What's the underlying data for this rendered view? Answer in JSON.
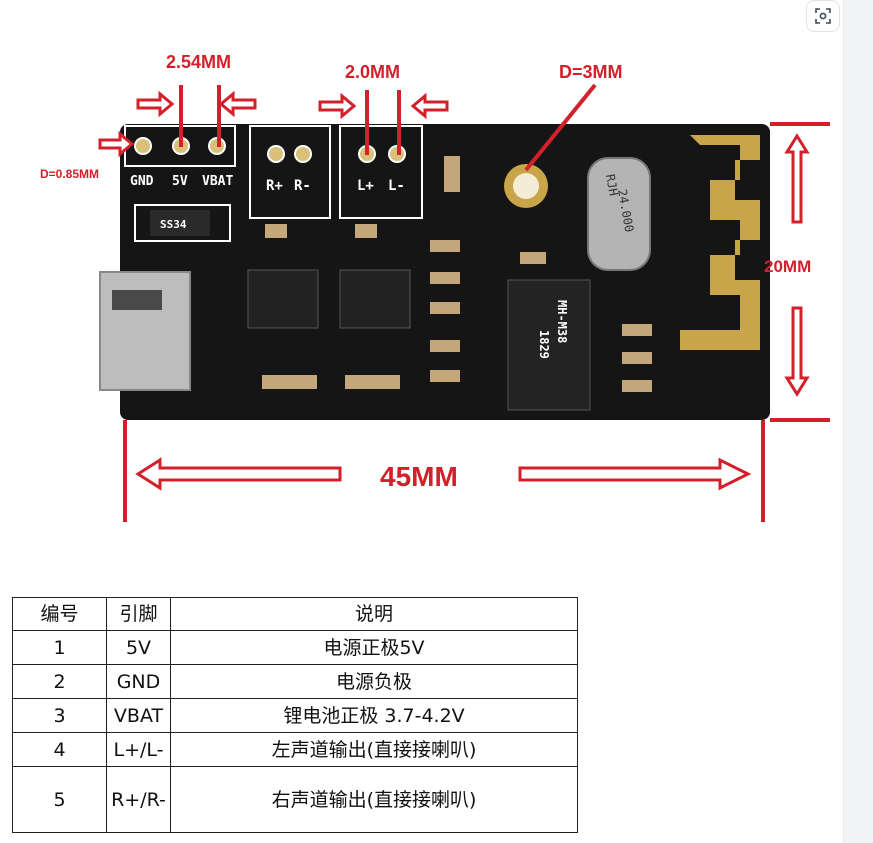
{
  "figure": {
    "dim_pin_pitch": "2.54MM",
    "dim_speaker_pitch": "2.0MM",
    "dim_hole": "D=3MM",
    "dim_pin_hole": "D=0.85MM",
    "dim_height": "20MM",
    "dim_length": "45MM",
    "silk_power": [
      "GND",
      "5V",
      "VBAT"
    ],
    "silk_right_speaker": [
      "R+",
      "R-"
    ],
    "silk_left_speaker": [
      "L+",
      "L-"
    ],
    "diode_label": "SS34",
    "chip_label": [
      "MH-M38",
      "1829"
    ],
    "crystal_label": [
      "RJH",
      "24.000"
    ],
    "colors": {
      "dimension": "#d3202b",
      "board": "#151515",
      "copper": "#c9a54a"
    }
  },
  "table": {
    "headers": [
      "编号",
      "引脚",
      "说明"
    ],
    "rows": [
      {
        "no": "1",
        "pin": "5V",
        "desc": "电源正极5V"
      },
      {
        "no": "2",
        "pin": "GND",
        "desc": "电源负极"
      },
      {
        "no": "3",
        "pin": "VBAT",
        "desc": "锂电池正极 3.7-4.2V"
      },
      {
        "no": "4",
        "pin": "L+/L-",
        "desc": "左声道输出(直接接喇叭)"
      },
      {
        "no": "5",
        "pin": "R+/R-",
        "desc": "右声道输出(直接接喇叭)"
      }
    ]
  },
  "ui": {
    "lens_icon": "scan-icon"
  }
}
